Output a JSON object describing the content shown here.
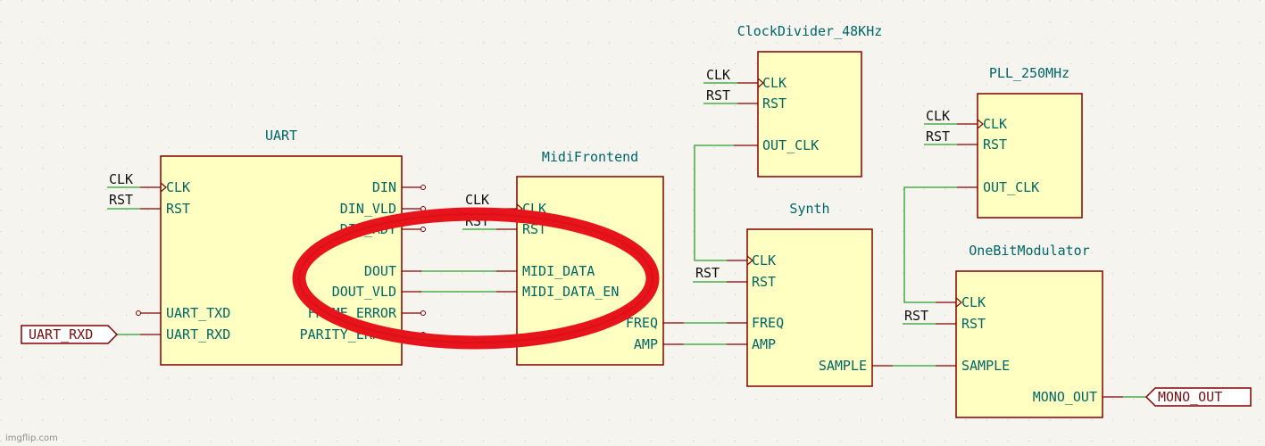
{
  "colors": {
    "background": "#f5f4ef",
    "block_fill": "#ffffc2",
    "block_border": "#840000",
    "text_teal": "#006666",
    "wire_green": "#2a9d2a",
    "annotation_red": "#e8141c"
  },
  "blocks": {
    "uart": {
      "title": "UART",
      "left_pins": [
        "CLK",
        "RST",
        "UART_TXD",
        "UART_RXD"
      ],
      "right_pins": [
        "DIN",
        "DIN_VLD",
        "DIN_RDY",
        "DOUT",
        "DOUT_VLD",
        "FRAME_ERROR",
        "PARITY_ERROR"
      ]
    },
    "midi": {
      "title": "MidiFrontend",
      "left_pins": [
        "CLK",
        "RST",
        "MIDI_DATA",
        "MIDI_DATA_EN"
      ],
      "right_pins": [
        "FREQ",
        "AMP"
      ]
    },
    "clockdiv": {
      "title": "ClockDivider_48KHz",
      "left_pins": [
        "CLK",
        "RST"
      ],
      "right_pins": [
        "OUT_CLK"
      ]
    },
    "pll": {
      "title": "PLL_250MHz",
      "left_pins": [
        "CLK",
        "RST"
      ],
      "right_pins": [
        "OUT_CLK"
      ]
    },
    "synth": {
      "title": "Synth",
      "left_pins": [
        "CLK",
        "RST",
        "FREQ",
        "AMP"
      ],
      "right_pins": [
        "SAMPLE"
      ]
    },
    "obm": {
      "title": "OneBitModulator",
      "left_pins": [
        "CLK",
        "RST",
        "SAMPLE"
      ],
      "right_pins": [
        "MONO_OUT"
      ]
    }
  },
  "net_labels": {
    "clk": "CLK",
    "rst": "RST"
  },
  "global_labels": {
    "uart_rxd": "UART_RXD",
    "mono_out": "MONO_OUT"
  },
  "watermark": "imgflip.com"
}
